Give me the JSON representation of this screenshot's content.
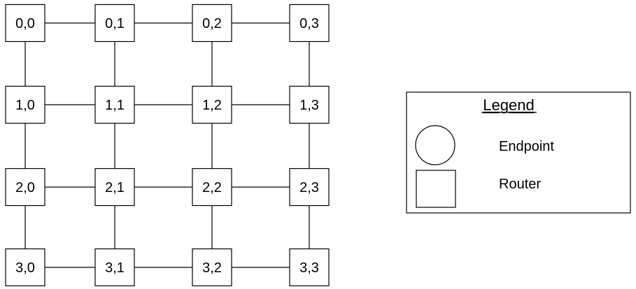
{
  "diagram": {
    "rows": 4,
    "cols": 4,
    "nodes": [
      [
        "0,0",
        "0,1",
        "0,2",
        "0,3"
      ],
      [
        "1,0",
        "1,1",
        "1,2",
        "1,3"
      ],
      [
        "2,0",
        "2,1",
        "2,2",
        "2,3"
      ],
      [
        "3,0",
        "3,1",
        "3,2",
        "3,3"
      ]
    ],
    "node_type": "router",
    "links": "mesh"
  },
  "legend": {
    "title": "Legend",
    "items": [
      {
        "shape": "circle",
        "label": "Endpoint"
      },
      {
        "shape": "square",
        "label": "Router"
      }
    ]
  },
  "colors": {
    "stroke": "#000000",
    "fill": "#ffffff"
  }
}
